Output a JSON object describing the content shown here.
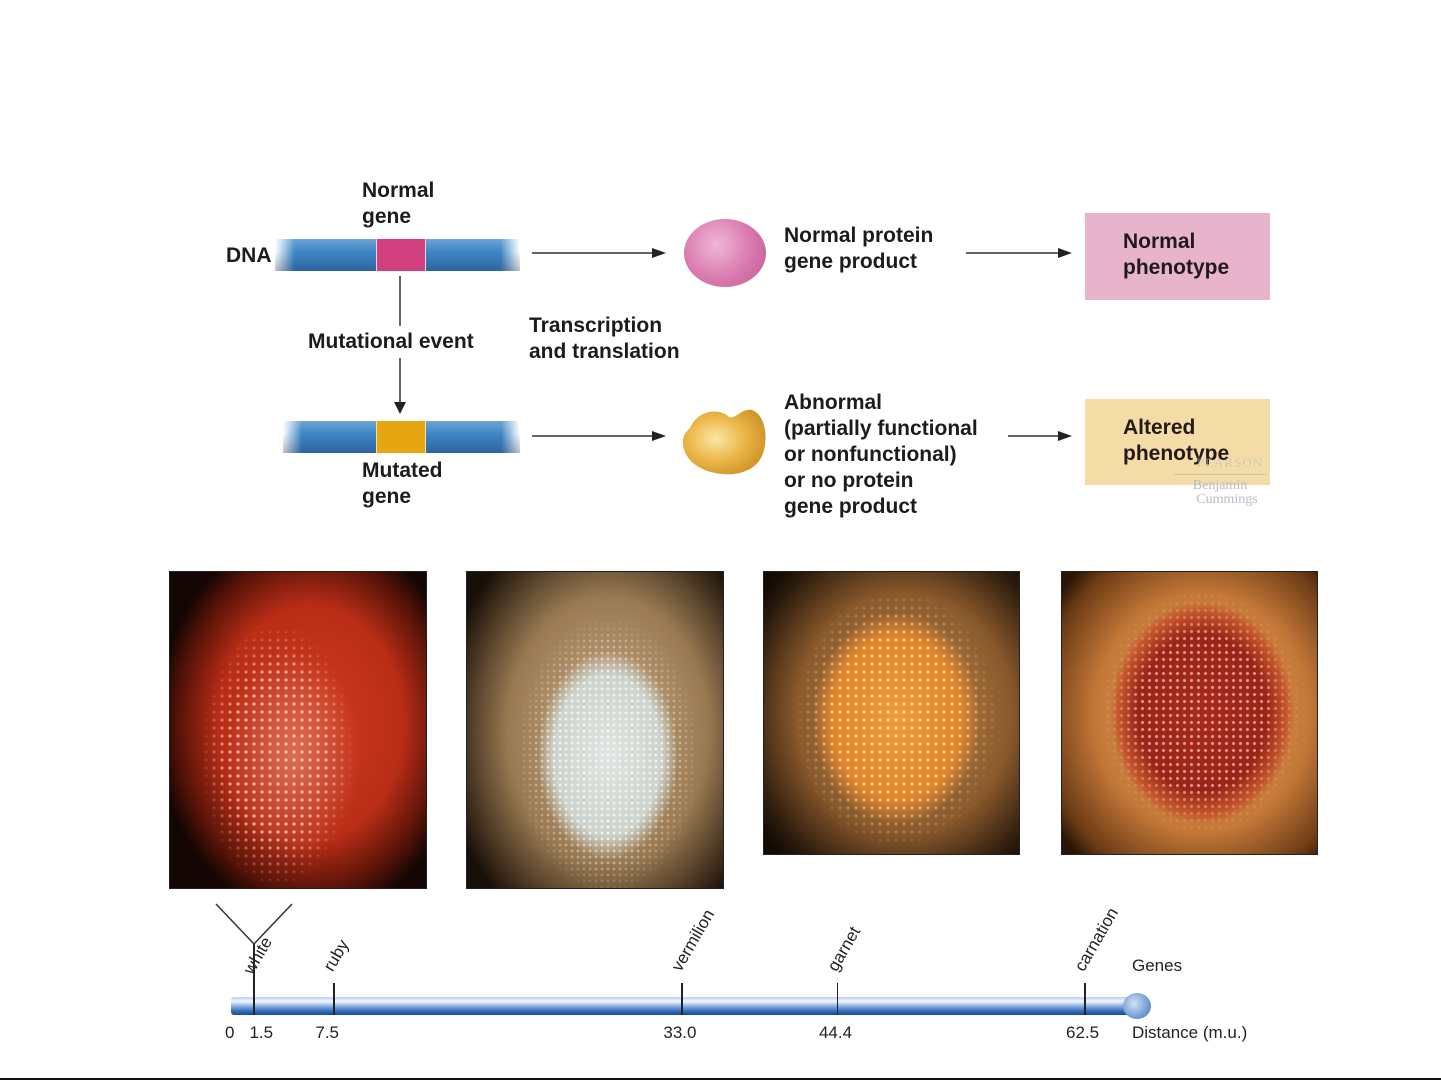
{
  "diagram": {
    "normal_gene_label": [
      "Normal",
      "gene"
    ],
    "dna_label": "DNA",
    "mutational_event_label": "Mutational event",
    "transcription_label": [
      "Transcription",
      "and translation"
    ],
    "mutated_gene_label": [
      "Mutated",
      "gene"
    ],
    "normal_protein_label": [
      "Normal protein",
      "gene product"
    ],
    "abnormal_protein_label": [
      "Abnormal",
      "(partially functional",
      "or nonfunctional)",
      "or no protein",
      "gene product"
    ],
    "normal_phenotype_label": [
      "Normal",
      "phenotype"
    ],
    "altered_phenotype_label": [
      "Altered",
      "phenotype"
    ],
    "watermark": [
      "PEARSON",
      "Benjamin",
      "Cummings"
    ],
    "colors": {
      "dna_blue": "#3d86c6",
      "normal_gene": "#d23f7e",
      "mutated_gene": "#e6a612",
      "normal_protein": "#d873a8",
      "abnormal_protein": "#e9b449",
      "normal_phenotype_box": "#e7b4cc",
      "altered_phenotype_box": "#f4dca6"
    }
  },
  "photos": [
    {
      "name": "wild-type red eye",
      "color": "#c8321c"
    },
    {
      "name": "white eye",
      "color": "#d6dcd6"
    },
    {
      "name": "vermilion eye",
      "color": "#e48a2c"
    },
    {
      "name": "garnet/carnation eye",
      "color": "#a82a1e"
    }
  ],
  "gene_map": {
    "genes_label": "Genes",
    "distance_label": "Distance (m.u.)",
    "origin_label": "0",
    "max": 65,
    "genes": [
      {
        "name": "white",
        "distance": 1.5,
        "label": "1.5"
      },
      {
        "name": "ruby",
        "distance": 7.5,
        "label": "7.5"
      },
      {
        "name": "vermilion",
        "distance": 33.0,
        "label": "33.0"
      },
      {
        "name": "garnet",
        "distance": 44.4,
        "label": "44.4"
      },
      {
        "name": "carnation",
        "distance": 62.5,
        "label": "62.5"
      }
    ]
  }
}
